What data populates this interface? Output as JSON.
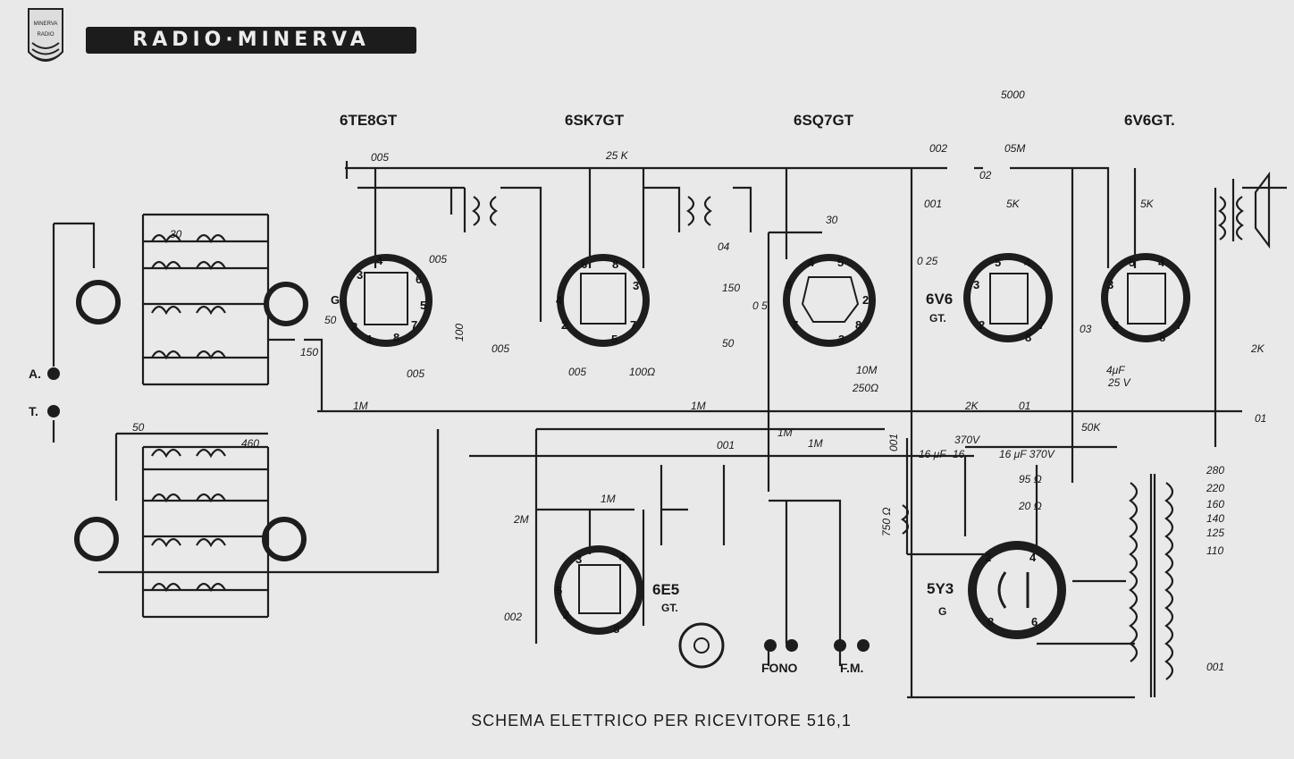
{
  "header": {
    "brand": "RADIO·MINERVA",
    "logo_text": [
      "MINERVA",
      "RADIO"
    ]
  },
  "caption": "SCHEMA ELETTRICO PER RICEVITORE 516,1",
  "tubes": [
    {
      "id": "6TE8GT",
      "label": "6TE8GT",
      "pins": [
        "1",
        "2",
        "3",
        "4",
        "5",
        "6",
        "7",
        "8",
        "G"
      ]
    },
    {
      "id": "6SK7GT",
      "label": "6SK7GT",
      "pins": [
        "1",
        "2",
        "3",
        "4",
        "5",
        "6",
        "7",
        "8"
      ]
    },
    {
      "id": "6SQ7GT",
      "label": "6SQ7GT",
      "pins": [
        "2",
        "3",
        "4",
        "5",
        "6",
        "7",
        "8"
      ]
    },
    {
      "id": "6V6GT-1",
      "label": "6V6",
      "sublabel": "GT.",
      "pins": [
        "2",
        "3",
        "4",
        "5",
        "7",
        "8"
      ]
    },
    {
      "id": "6V6GT-2",
      "label": "6V6GT.",
      "pins": [
        "2",
        "3",
        "4",
        "5",
        "7",
        "8"
      ]
    },
    {
      "id": "6E5GT",
      "label": "6E5",
      "sublabel": "GT.",
      "pins": [
        "2",
        "3",
        "4",
        "5",
        "7",
        "8"
      ]
    },
    {
      "id": "5Y3G",
      "label": "5Y3",
      "sublabel": "G",
      "pins": [
        "2",
        "4",
        "6",
        "8"
      ]
    }
  ],
  "component_values": {
    "c_005_top": "005",
    "r_25k": "25 K",
    "c_005_mid": "005",
    "r_100": "100",
    "c_30": "30",
    "c_150": "150",
    "r_50": "50",
    "c_005_cathode": "005",
    "r_1m_a": "1M",
    "r_1m_b": "1M",
    "c_04": "04",
    "c_150_b": "150",
    "r_05": "0 5",
    "c_50_b": "50",
    "c_005_sk": "005",
    "c_005_sk2": "005",
    "r_100_ohm": "100Ω",
    "c_30_b": "30",
    "r_10m": "10M",
    "r_250": "250Ω",
    "r_1m_c": "1M",
    "c_001_b": "001",
    "c_001": "001",
    "r_1m_d": "1M",
    "c_002": "002",
    "r_05m": "05M",
    "c_5000": "5000",
    "r_02": "02",
    "c_001_c": "001",
    "r_5k_a": "5K",
    "r_5k_b": "5K",
    "r_025": "0 25",
    "r_03": "03",
    "c_4mf": "4μF",
    "v_25": "25 V",
    "r_2k": "2K",
    "c_01": "01",
    "r_2k_b": "2K",
    "c_01_b": "01",
    "r_50k": "50K",
    "v_370": "370V",
    "c_16mf_a": "16 μF",
    "c_16_b": "16",
    "c_16mf_370": "16 μF 370V",
    "r_95": "95 Ω",
    "r_20": "20 Ω",
    "r_750": "750 Ω",
    "r_2m": "2M",
    "r_1m_e": "1M",
    "c_002_b": "002",
    "c_50": "50",
    "c_460": "460",
    "c_001_mains": "001"
  },
  "mains_taps": [
    "280",
    "220",
    "160",
    "140",
    "125",
    "110"
  ],
  "terminals": {
    "antenna": "A.",
    "ground": "T.",
    "phono": "FONO",
    "fm": "F.M."
  }
}
